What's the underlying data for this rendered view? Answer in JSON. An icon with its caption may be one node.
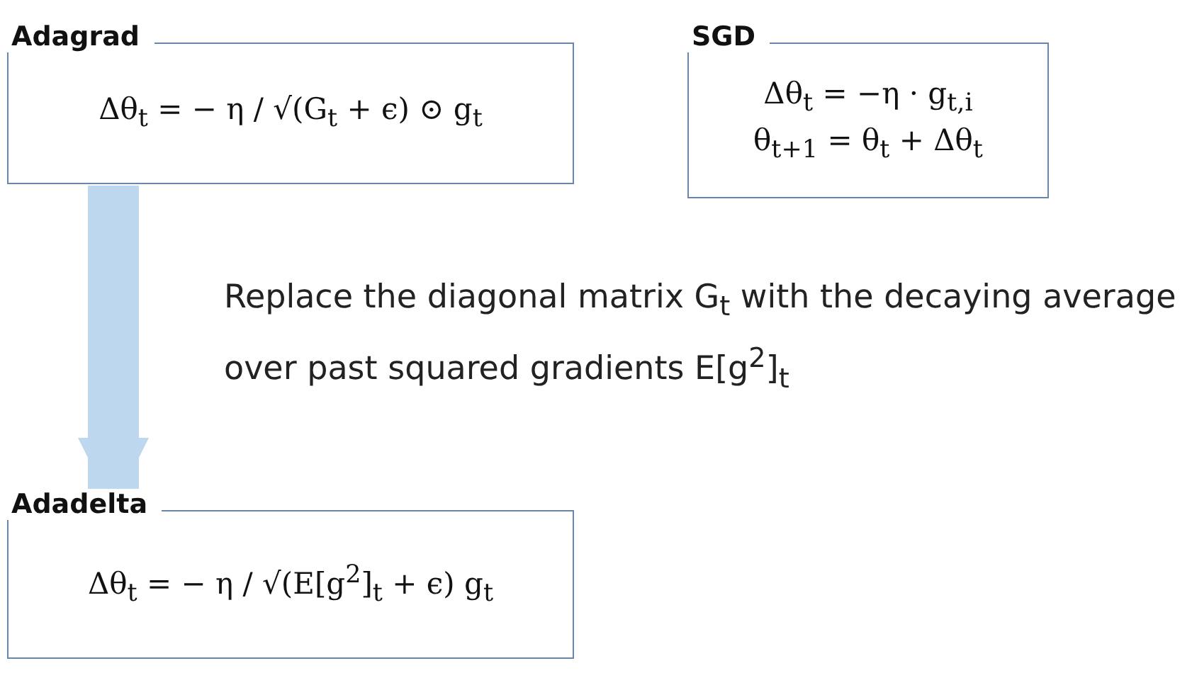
{
  "diagram": {
    "nodes": [
      {
        "text": [
          "Adagrad",
          "Δθ$_{t}$ = − η / √(G$_{t}$ + ϵ) ⊙ g$_{t}$"
        ]
      },
      {
        "text": [
          "SGD",
          "Δθ$_{t}$ = −η · g$_{t,i}$",
          "θ$_{t+1}$ = θ$_{t}$ + Δθ$_{t}$"
        ]
      },
      {
        "text": [
          "Adadelta",
          "Δθ$_{t}$ = − η / √(E[g$^{2}$]$_{t}$ + ϵ) g$_{t}$"
        ]
      }
    ],
    "edges": [
      {
        "from": 0,
        "to": 2,
        "arrow": "to",
        "label": "Replace the diagonal matrix G$_{t}$ with the decaying average over past squared gradients E[g$^{2}$]$_{t}$"
      }
    ]
  }
}
